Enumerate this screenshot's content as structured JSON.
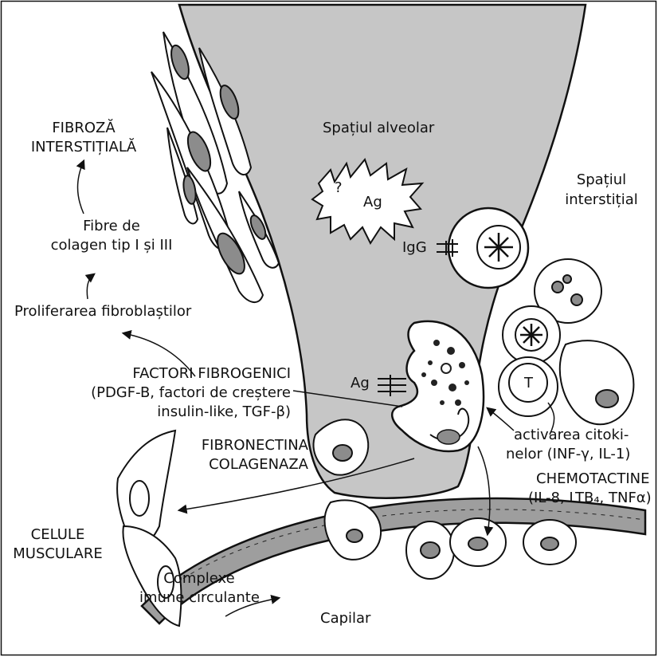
{
  "labels": {
    "alveolar_space": "Spațiul alveolar",
    "interstitial_space_1": "Spațiul",
    "interstitial_space_2": "interstițial",
    "fibrosis_1": "FIBROZĂ",
    "fibrosis_2": "INTERSTIȚIALĂ",
    "collagen_1": "Fibre de",
    "collagen_2": "colagen tip I și III",
    "proliferation": "Proliferarea fibroblaștilor",
    "fibrogenic_1": "FACTORI FIBROGENICI",
    "fibrogenic_2": "(PDGF-B, factori de creștere",
    "fibrogenic_3": "insulin-like, TGF-β)",
    "fibronectin": "FIBRONECTINA",
    "collagenase": "COLAGENAZA",
    "muscle_1": "CELULE",
    "muscle_2": "MUSCULARE",
    "complexes_1": "Complexe",
    "complexes_2": "imune circulante",
    "capillary": "Capilar",
    "cytokine_1": "activarea citoki-",
    "cytokine_2": "nelor (INF-γ, IL-1)",
    "chemo_1": "CHEMOTACTINE",
    "chemo_2": "(IL-8, LTB₄, TNFα)",
    "ag_1": "Ag",
    "ag_2": "Ag",
    "question": "?",
    "igg": "IgG",
    "t_cell": "T"
  },
  "colors": {
    "alveolus_fill": "#c6c6c6",
    "capillary_fill": "#9e9e9e",
    "cell_fill": "#ffffff",
    "nucleus_fill": "#8c8c8c",
    "stroke": "#111111"
  }
}
